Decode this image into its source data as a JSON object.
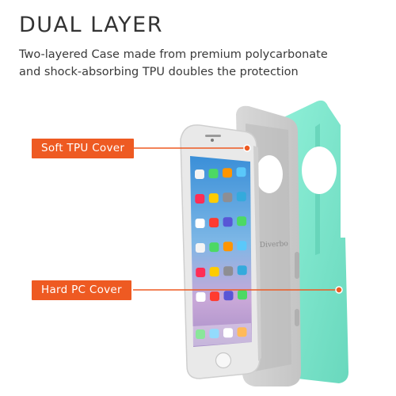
{
  "heading": "DUAL LAYER",
  "description": {
    "line1": "Two-layered Case made from premium polycarbonate",
    "line2": "and shock-absorbing TPU doubles the protection"
  },
  "callouts": {
    "soft_tpu": "Soft TPU Cover",
    "hard_pc": "Hard PC Cover"
  },
  "brand_mark": "Diverbo",
  "colors": {
    "accent_orange": "#ee5a22",
    "tpu_gray": "#cfcfcf",
    "pc_mint": "#7fe5cd",
    "phone_silver": "#e6e6e6",
    "heading_text": "#333333"
  }
}
